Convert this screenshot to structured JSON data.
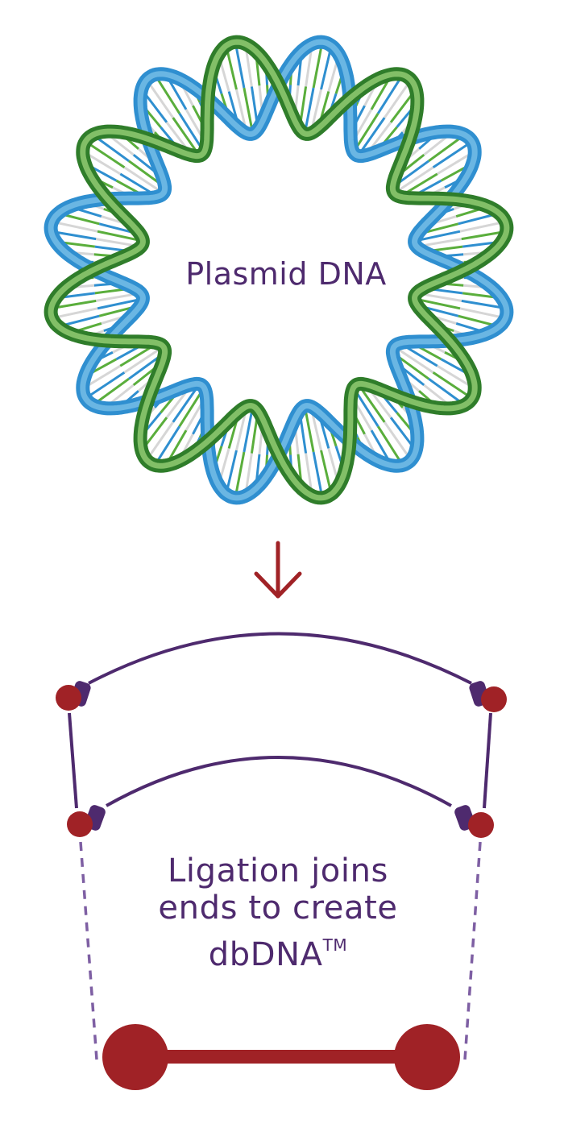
{
  "plasmid": {
    "label": "Plasmid DNA"
  },
  "ligation": {
    "line1": "Ligation joins",
    "line2": "ends to create",
    "line3_text": "dbDNA",
    "line3_mark": "TM"
  },
  "colors": {
    "purple": "#4e2a6e",
    "red": "#a02226",
    "blue": "#2f8fd0",
    "light_blue": "#7fc3ea",
    "green": "#5aae3c",
    "dark_green": "#2f7d2a",
    "gray_rung": "#d6d6d6"
  },
  "icons": {
    "arrow": "down-arrow-icon",
    "plasmid": "plasmid-dna-ring",
    "end": "dna-end-cap-icon",
    "doggybone": "dbdna-dumbbell"
  }
}
